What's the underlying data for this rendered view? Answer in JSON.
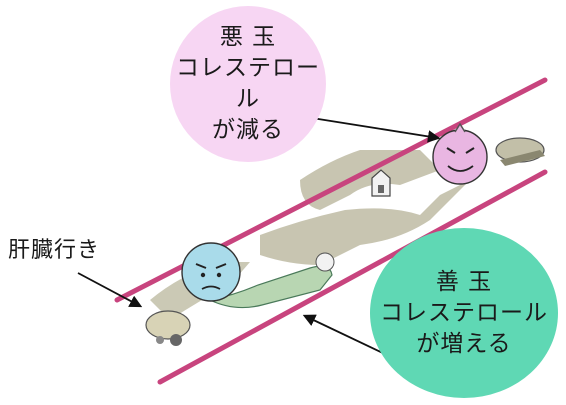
{
  "colors": {
    "bad_bubble": "#f7d6f3",
    "good_bubble": "#5fd8b4",
    "vessel_wall": "#c8447e",
    "deposit": "#c2bfa8",
    "bad_cholesterol": "#e9b6e2",
    "good_cholesterol": "#a9dbea"
  },
  "bad_bubble": {
    "line1": "悪 玉",
    "line2": "コレステロール",
    "line3": "が減る"
  },
  "good_bubble": {
    "line1": "善 玉",
    "line2": "コレステロール",
    "line3": "が増える"
  },
  "liver_label": "肝臓行き"
}
